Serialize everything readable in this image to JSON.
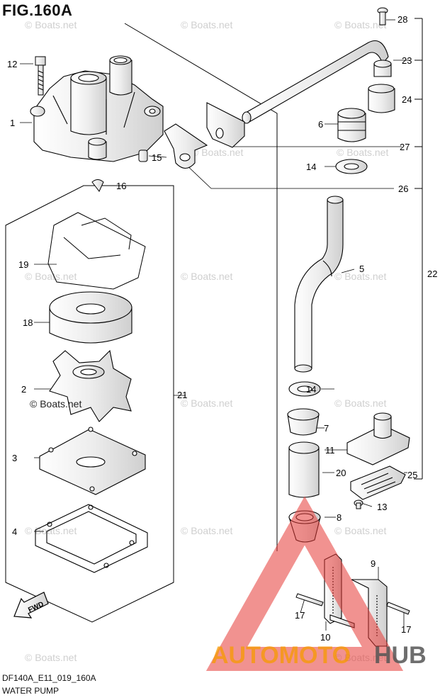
{
  "figure": {
    "title": "FIG.160A",
    "code": "DF140A_E11_019_160A",
    "name": "WATER PUMP"
  },
  "watermark": {
    "text": "© Boats.net",
    "brand_left": "AUTOMOTO",
    "brand_right": "HUB",
    "color": "#e53935"
  },
  "fwd_label": "FWD",
  "callouts": [
    "1",
    "2",
    "3",
    "4",
    "5",
    "6",
    "7",
    "8",
    "9",
    "10",
    "11",
    "12",
    "13",
    "14",
    "14",
    "15",
    "16",
    "17",
    "17",
    "18",
    "19",
    "20",
    "21",
    "22",
    "23",
    "24",
    "25",
    "26",
    "27",
    "28"
  ]
}
